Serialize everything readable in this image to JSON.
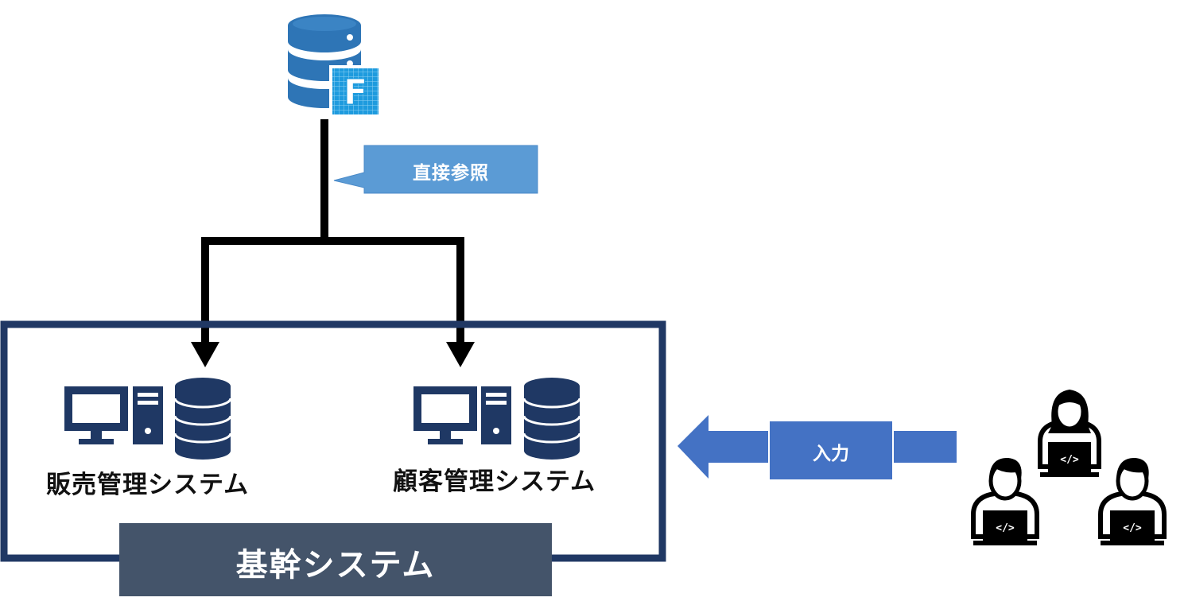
{
  "labels": {
    "callout": "直接参照",
    "sales_system": "販売管理システム",
    "customer_system": "顧客管理システム",
    "core_system": "基幹システム",
    "input": "入力",
    "db_badge": "F",
    "code_tag": "</>"
  },
  "colors": {
    "top_db": "#2e75b6",
    "badge": "#1e9bde",
    "callout": "#5b9bd5",
    "system_icons": "#1f3864",
    "core_box_border": "#203864",
    "core_label_bg": "#44546a",
    "input_arrow": "#4472c4",
    "connector": "#000000"
  }
}
